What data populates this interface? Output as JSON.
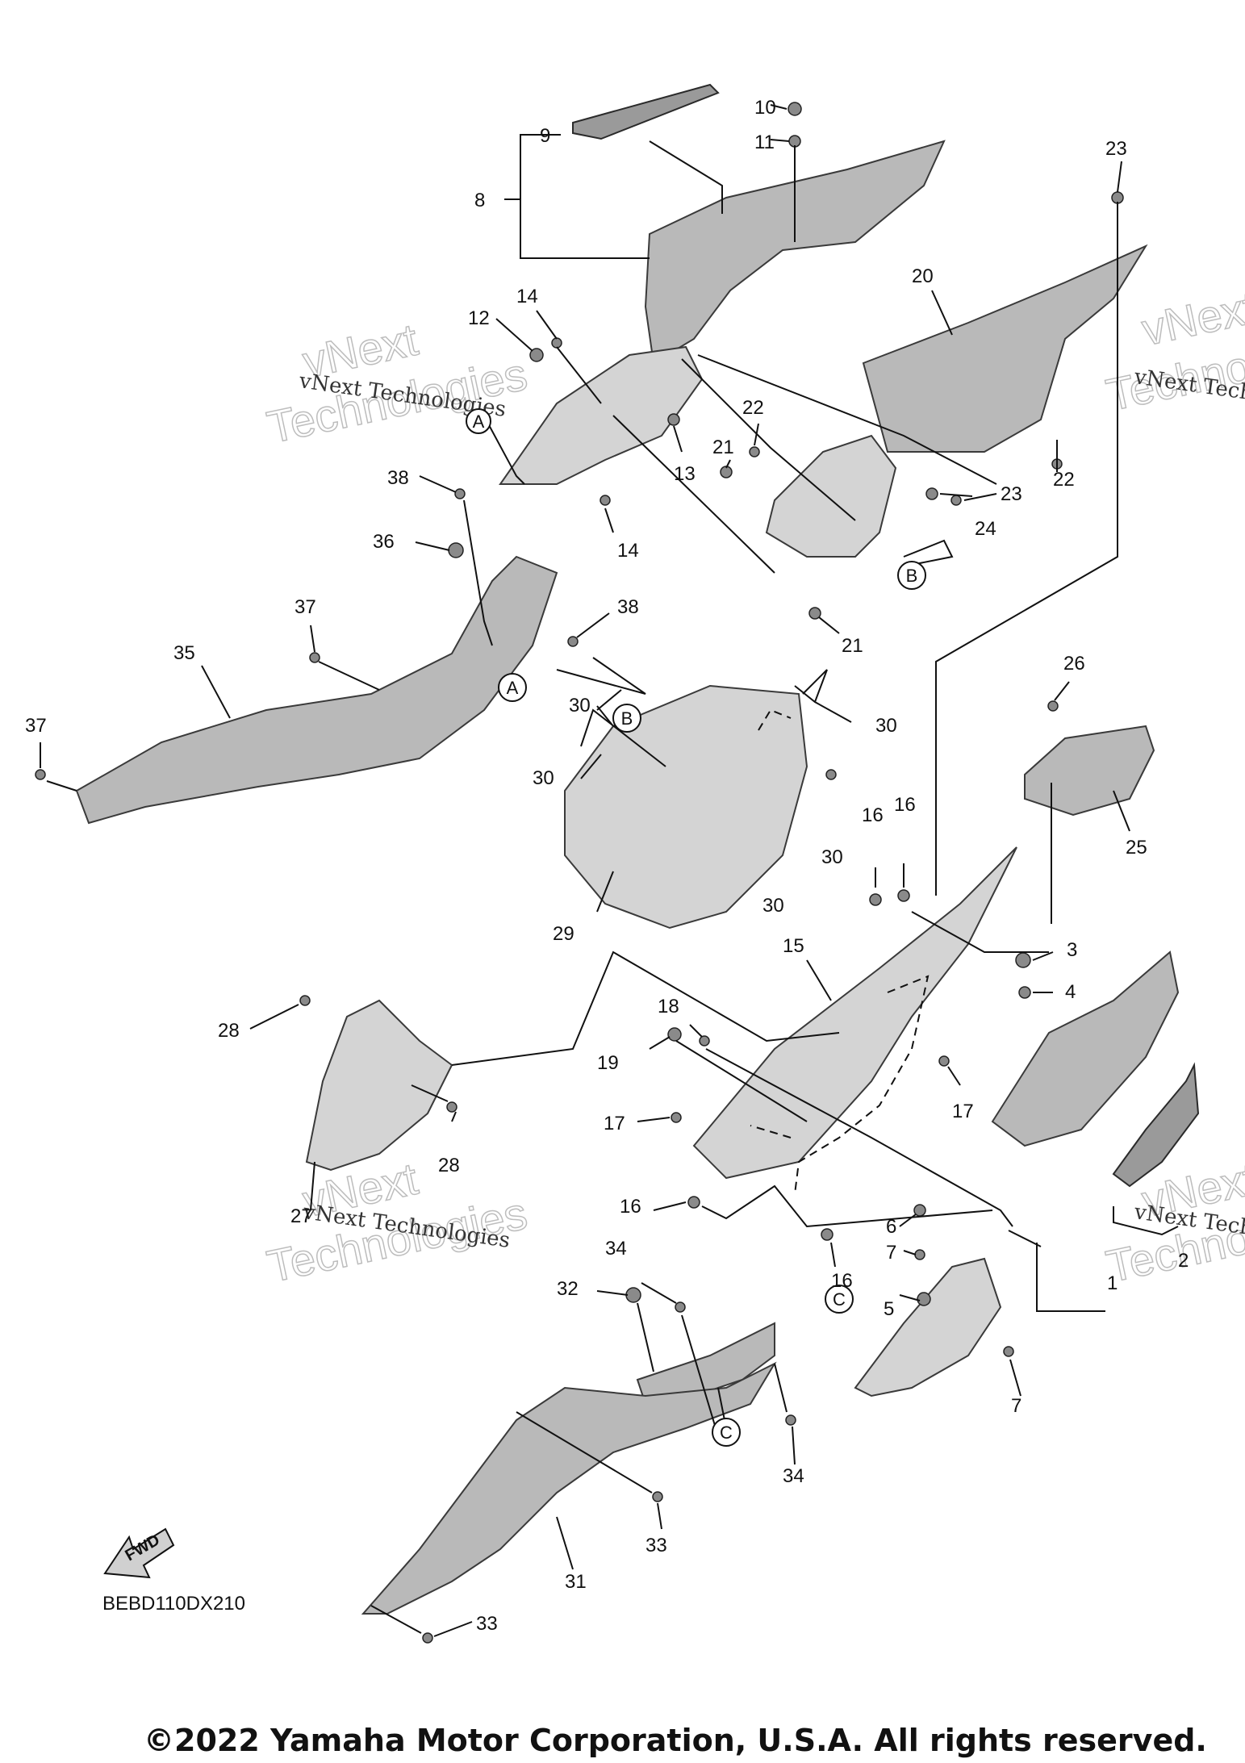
{
  "diagram": {
    "part_code": "BEBD110DX210",
    "copyright": "©2022 Yamaha Motor Corporation, U.S.A. All rights reserved.",
    "fwd_label": "FWD",
    "watermark": {
      "line": "vNext Technologies",
      "word1": "vNext",
      "word2": "Technologies"
    },
    "reference_letters": [
      "A",
      "B",
      "C"
    ],
    "callouts": [
      "1",
      "2",
      "3",
      "4",
      "5",
      "6",
      "7",
      "8",
      "9",
      "10",
      "11",
      "12",
      "13",
      "14",
      "15",
      "16",
      "17",
      "18",
      "19",
      "20",
      "21",
      "22",
      "23",
      "24",
      "25",
      "26",
      "27",
      "28",
      "29",
      "30",
      "31",
      "32",
      "33",
      "34",
      "35",
      "36",
      "37",
      "38"
    ]
  }
}
